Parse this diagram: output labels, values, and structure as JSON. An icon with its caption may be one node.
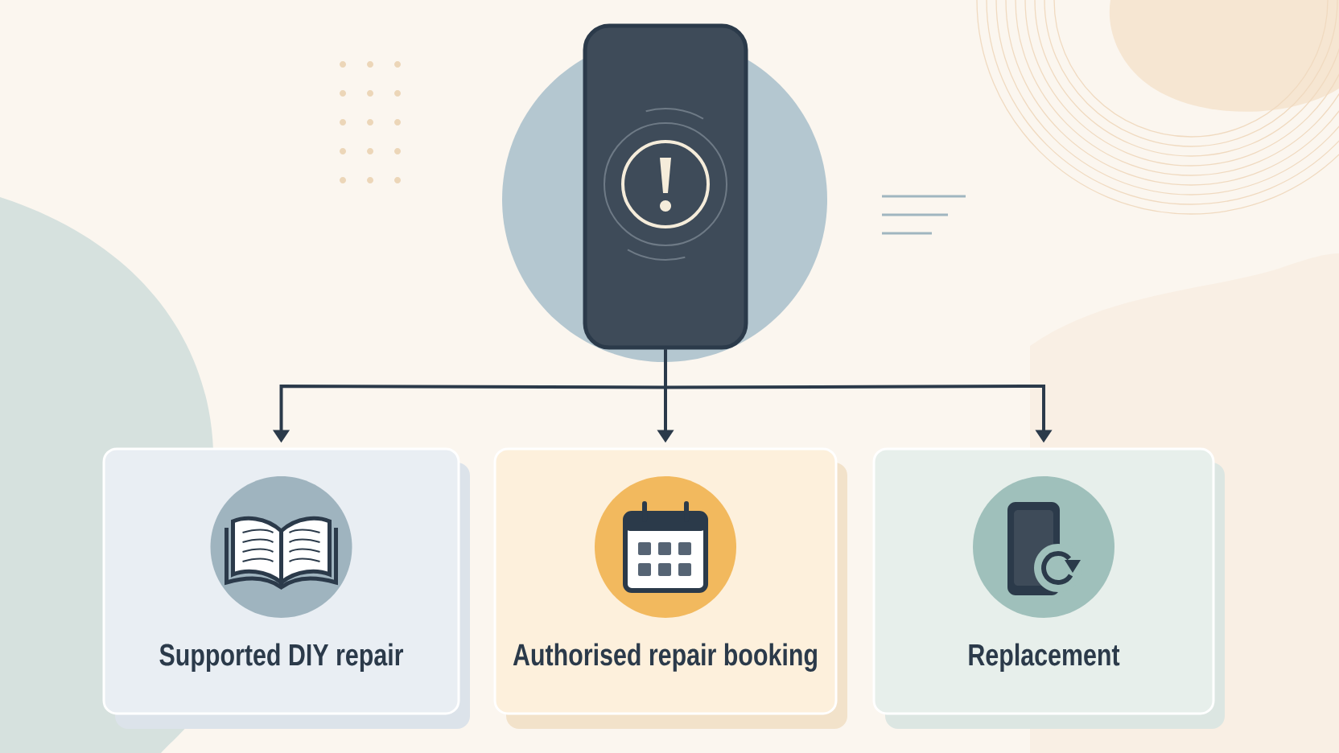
{
  "diagram": {
    "nodes": [
      {
        "text": [],
        "shape": "phone"
      },
      {
        "text": [
          "Supported DIY repair"
        ]
      },
      {
        "text": [
          "Authorised repair booking"
        ]
      },
      {
        "text": [
          "Replacement"
        ]
      }
    ],
    "edges": [
      {
        "from": 0,
        "to": 1,
        "arrow": "to"
      },
      {
        "from": 0,
        "to": 2,
        "arrow": "to"
      },
      {
        "from": 0,
        "to": 3,
        "arrow": "to"
      }
    ]
  }
}
